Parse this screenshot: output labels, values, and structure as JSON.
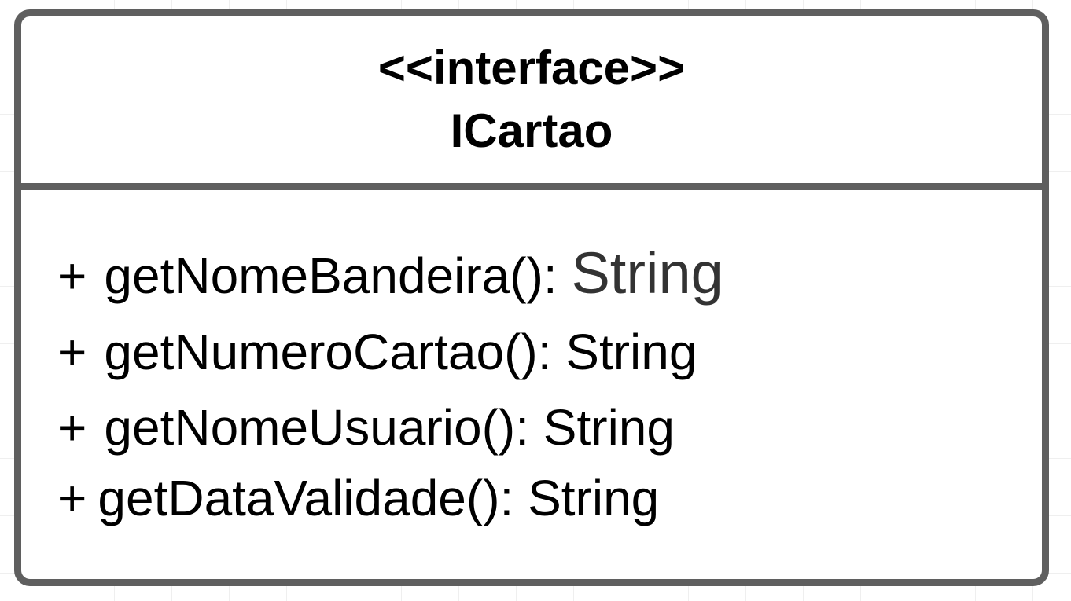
{
  "interface": {
    "stereotype": "<<interface>>",
    "name": "ICartao",
    "methods": [
      {
        "visibility": "+",
        "signature": "getNomeBandeira():",
        "return_type": "String"
      },
      {
        "visibility": "+",
        "signature": "getNumeroCartao():",
        "return_type": "String"
      },
      {
        "visibility": "+",
        "signature": "getNomeUsuario():",
        "return_type": "String"
      },
      {
        "visibility": "+",
        "signature": "getDataValidade():",
        "return_type": "String"
      }
    ]
  },
  "colors": {
    "border": "#5f5f5f",
    "text": "#000000",
    "emphasized_type": "#333333",
    "grid": "#efefef"
  }
}
